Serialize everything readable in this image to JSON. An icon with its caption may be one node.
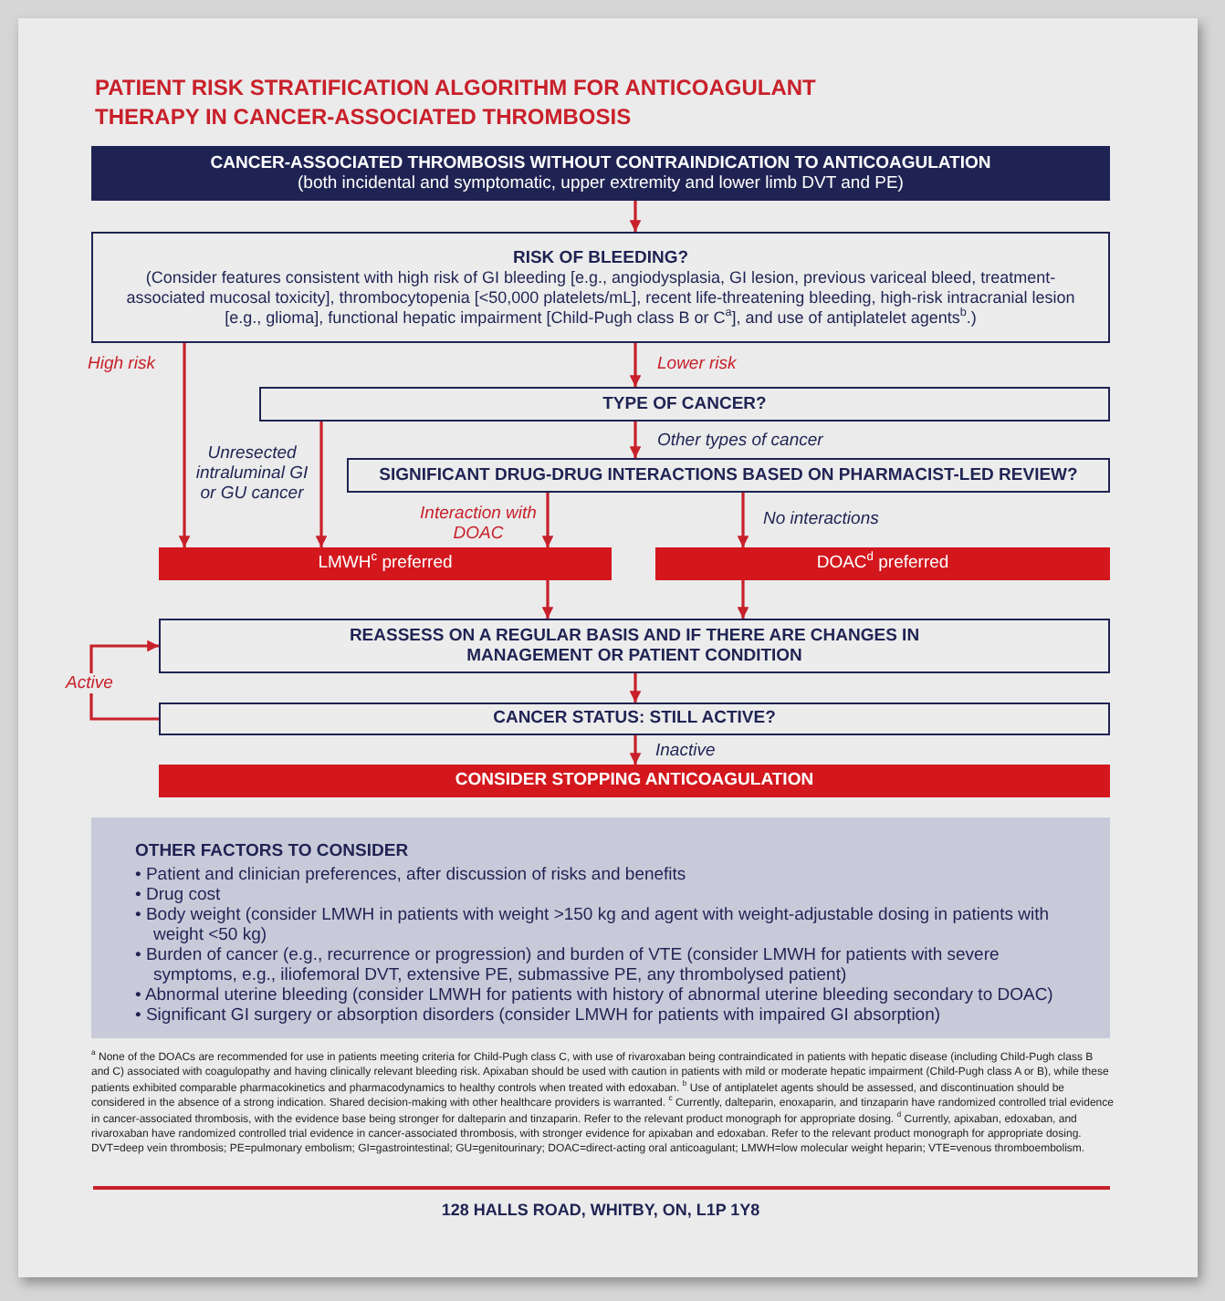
{
  "diagram": {
    "title": "PATIENT RISK STRATIFICATION ALGORITHM FOR ANTICOAGULANT THERAPY IN CANCER-ASSOCIATED THROMBOSIS",
    "nodes": [
      {
        "text": [
          "CANCER-ASSOCIATED THROMBOSIS WITHOUT CONTRAINDICATION TO ANTICOAGULATION",
          "(both incidental and symptomatic, upper extremity and lower limb DVT and PE)"
        ]
      },
      {
        "text": [
          "RISK OF BLEEDING?",
          "(Consider features consistent with high risk of GI bleeding [e.g., angiodysplasia, GI lesion, previous variceal bleed, treatment-associated mucosal toxicity], thrombocytopenia [<50,000 platelets/mL], recent life-threatening bleeding, high-risk intracranial lesion [e.g., glioma], functional hepatic impairment [Child-Pugh class B or C$^{a}$], and use of antiplatelet agents$^{b}$.)"
        ]
      },
      {
        "text": [
          "TYPE OF CANCER?"
        ]
      },
      {
        "text": [
          "SIGNIFICANT DRUG-DRUG INTERACTIONS BASED ON PHARMACIST-LED REVIEW?"
        ]
      },
      {
        "text": [
          "LMWH$^{c}$ preferred"
        ]
      },
      {
        "text": [
          "DOAC$^{d}$ preferred"
        ]
      },
      {
        "text": [
          "REASSESS ON A REGULAR BASIS AND IF THERE ARE CHANGES IN MANAGEMENT OR PATIENT CONDITION"
        ]
      },
      {
        "text": [
          "CANCER STATUS: STILL ACTIVE?"
        ]
      },
      {
        "text": [
          "CONSIDER STOPPING ANTICOAGULATION"
        ]
      },
      {
        "text": [
          "OTHER FACTORS TO CONSIDER",
          "• Patient and clinician preferences, after discussion of risks and benefits",
          "• Drug cost",
          "• Body weight (consider LMWH in patients with weight >150 kg and agent with weight-adjustable dosing in patients with weight <50 kg)",
          "• Burden of cancer (e.g., recurrence or progression) and burden of VTE (consider LMWH for patients with severe symptoms, e.g., iliofemoral DVT, extensive PE, submassive PE, any thrombolysed patient)",
          "• Abnormal uterine bleeding (consider LMWH for patients with history of abnormal uterine bleeding secondary to DOAC)",
          "• Significant GI surgery or absorption disorders (consider LMWH for patients with impaired GI absorption)"
        ]
      }
    ],
    "edges": [
      {
        "from": 0,
        "to": 1,
        "arrow": "to"
      },
      {
        "from": 1,
        "to": 4,
        "arrow": "to",
        "label": "High risk"
      },
      {
        "from": 1,
        "to": 2,
        "arrow": "to",
        "label": "Lower risk"
      },
      {
        "from": 2,
        "to": 4,
        "arrow": "to",
        "label": "Unresected intraluminal GI or GU cancer"
      },
      {
        "from": 2,
        "to": 3,
        "arrow": "to",
        "label": "Other types of cancer"
      },
      {
        "from": 3,
        "to": 4,
        "arrow": "to",
        "label": "Interaction with DOAC"
      },
      {
        "from": 3,
        "to": 5,
        "arrow": "to",
        "label": "No interactions"
      },
      {
        "from": 4,
        "to": 6,
        "arrow": "to"
      },
      {
        "from": 5,
        "to": 6,
        "arrow": "to"
      },
      {
        "from": 6,
        "to": 7,
        "arrow": "to"
      },
      {
        "from": 7,
        "to": 6,
        "arrow": "to",
        "label": "Active"
      },
      {
        "from": 7,
        "to": 8,
        "arrow": "to",
        "label": "Inactive"
      }
    ],
    "labels": [
      "$^{a}$ None of the DOACs are recommended for use in patients meeting criteria for Child-Pugh class C, with use of rivaroxaban being contraindicated in patients with hepatic disease (including Child-Pugh class B and C) associated with coagulopathy and having clinically relevant bleeding risk. Apixaban should be used with caution in patients with mild or moderate hepatic impairment (Child-Pugh class A or B), while these patients exhibited comparable pharmacokinetics and pharmacodynamics to healthy controls when treated with edoxaban. $^{b}$ Use of antiplatelet agents should be assessed, and discontinuation should be considered in the absence of a strong indication. Shared decision-making with other healthcare providers is warranted. $^{c}$ Currently, dalteparin, enoxaparin, and tinzaparin have randomized controlled trial evidence in cancer-associated thrombosis, with the evidence base being stronger for dalteparin and tinzaparin. Refer to the relevant product monograph for appropriate dosing. $^{d}$ Currently, apixaban, edoxaban, and rivaroxaban have randomized controlled trial evidence in cancer-associated thrombosis, with stronger evidence for apixaban and edoxaban. Refer to the relevant product monograph for appropriate dosing. DVT=deep vein thrombosis; PE=pulmonary embolism; GI=gastrointestinal; GU=genitourinary; DOAC=direct-acting oral anticoagulant; LMWH=low molecular weight heparin; VTE=venous thromboembolism.",
      "128 HALLS ROAD, WHITBY, ON, L1P 1Y8"
    ]
  }
}
